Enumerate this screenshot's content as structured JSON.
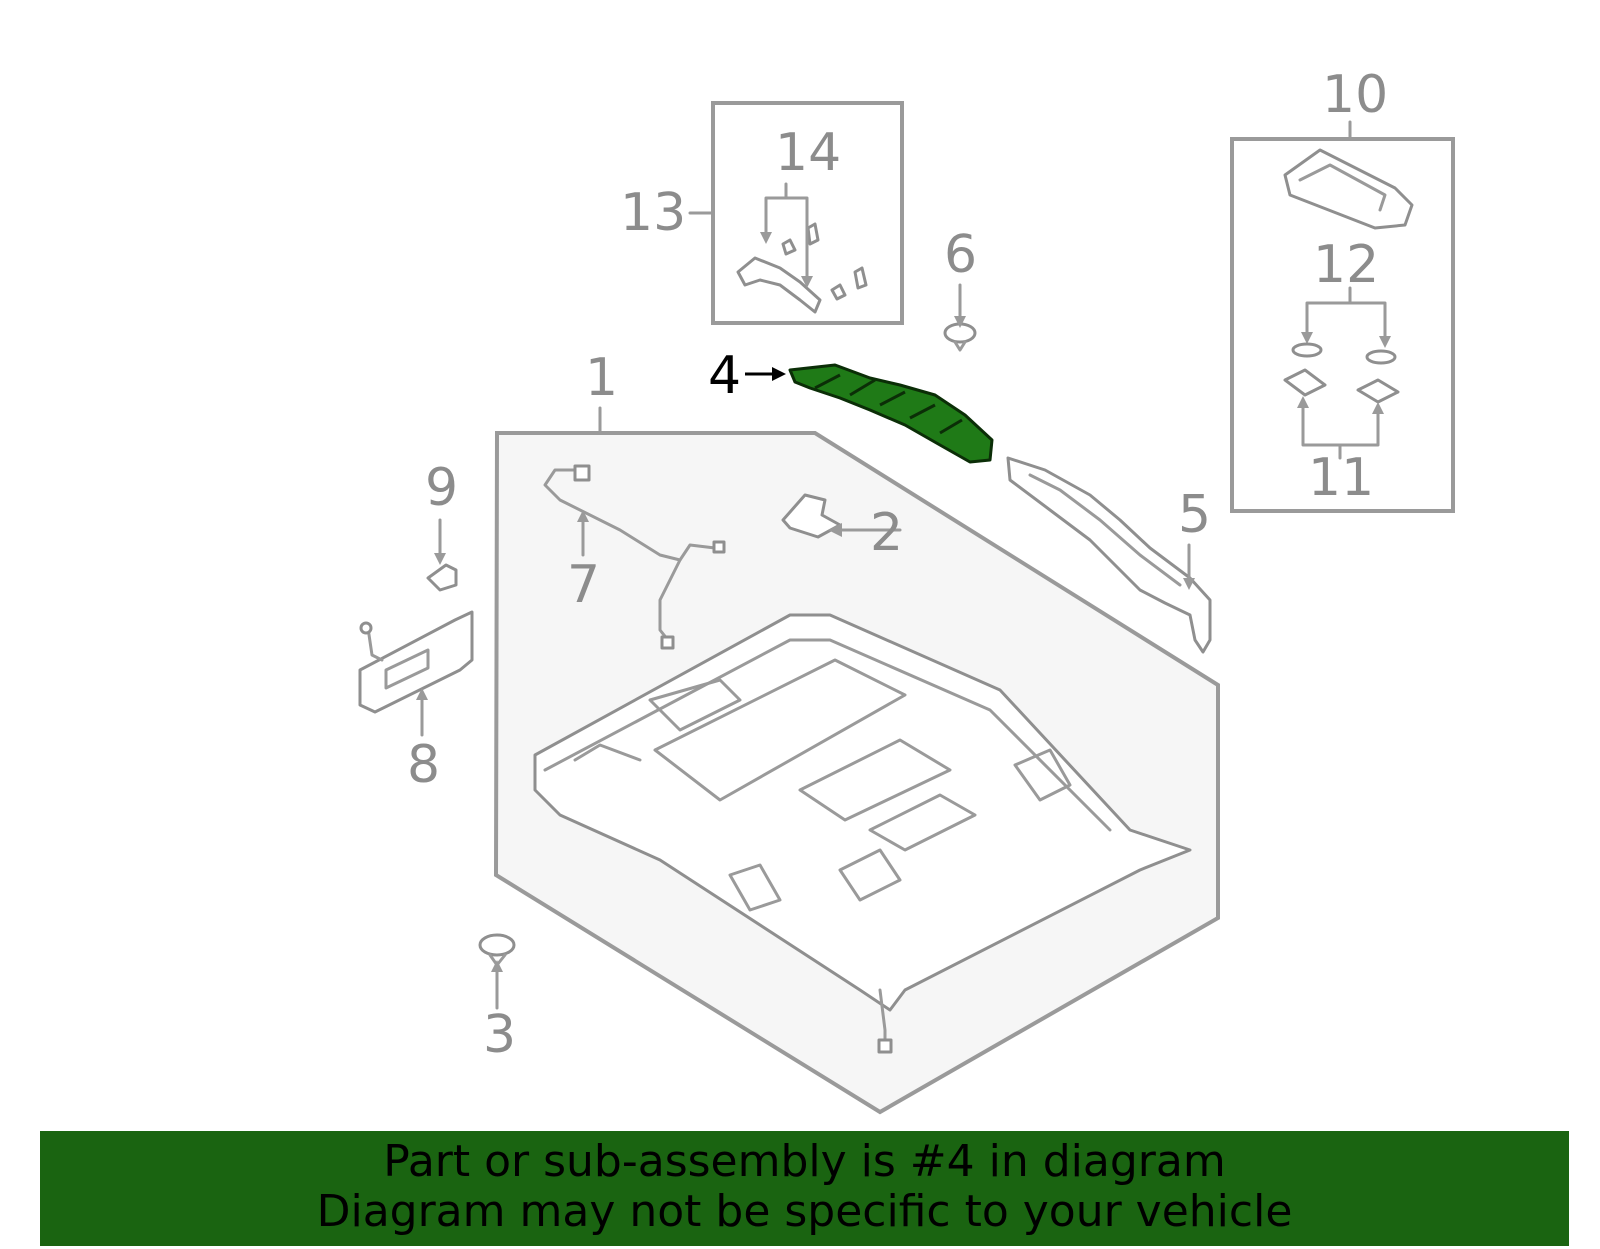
{
  "callouts": [
    {
      "id": "1",
      "label": "1"
    },
    {
      "id": "2",
      "label": "2"
    },
    {
      "id": "3",
      "label": "3"
    },
    {
      "id": "4",
      "label": "4",
      "highlighted": true
    },
    {
      "id": "5",
      "label": "5"
    },
    {
      "id": "6",
      "label": "6"
    },
    {
      "id": "7",
      "label": "7"
    },
    {
      "id": "8",
      "label": "8"
    },
    {
      "id": "9",
      "label": "9"
    },
    {
      "id": "10",
      "label": "10"
    },
    {
      "id": "11",
      "label": "11"
    },
    {
      "id": "12",
      "label": "12"
    },
    {
      "id": "13",
      "label": "13"
    },
    {
      "id": "14",
      "label": "14"
    }
  ],
  "banner": {
    "line1": "Part or sub-assembly is #4 in diagram",
    "line2": "Diagram may not be specific to your vehicle"
  },
  "colors": {
    "banner_bg": "#1a6411",
    "highlight_part": "#1f7a17",
    "outline": "#9a9a9a",
    "label": "#8c8c8c"
  }
}
